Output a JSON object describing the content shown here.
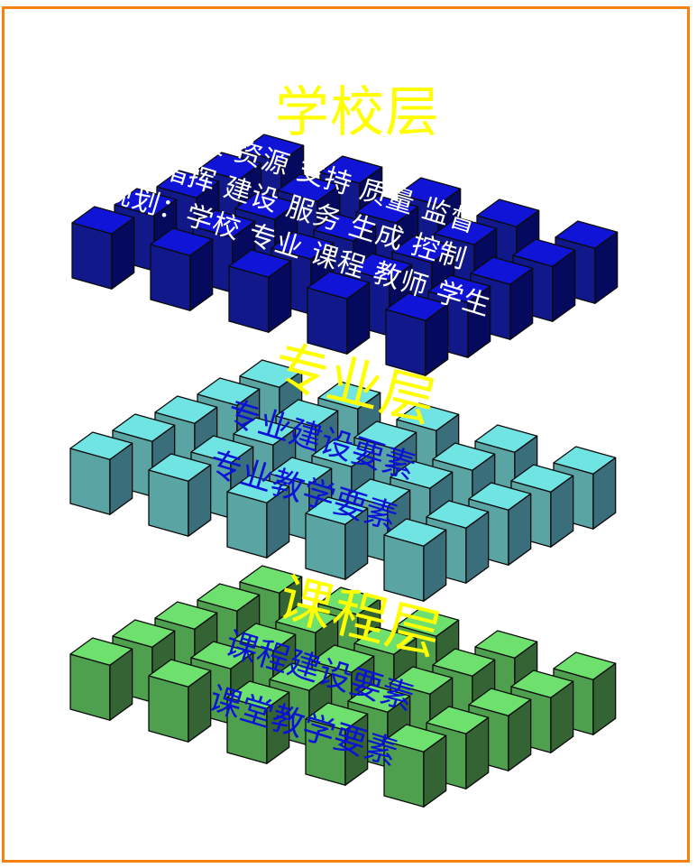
{
  "colors": {
    "frame": "#f5820f",
    "title": "#ffff00",
    "white_text": "#ffffff",
    "blue_text": "#0a12d6"
  },
  "layers": [
    {
      "id": "school",
      "title": "学校层",
      "color_top": "#0f14d6",
      "color_left": "#10188a",
      "color_right": "#060a5e",
      "lines": [
        "决策 资源 支持 质量 监督",
        "指挥 建设 服务 生成 控制",
        "规划：学校 专业 课程 教师 学生"
      ]
    },
    {
      "id": "major",
      "title": "专业层",
      "color_top": "#70e3e3",
      "color_left": "#5aa4a4",
      "color_right": "#396e7a",
      "lines": [
        "专业建设要素",
        "专业教学要素"
      ]
    },
    {
      "id": "course",
      "title": "课程层",
      "color_top": "#6ee06e",
      "color_left": "#4ea04e",
      "color_right": "#346434",
      "lines": [
        "课程建设要素",
        "课堂教学要素"
      ]
    }
  ]
}
